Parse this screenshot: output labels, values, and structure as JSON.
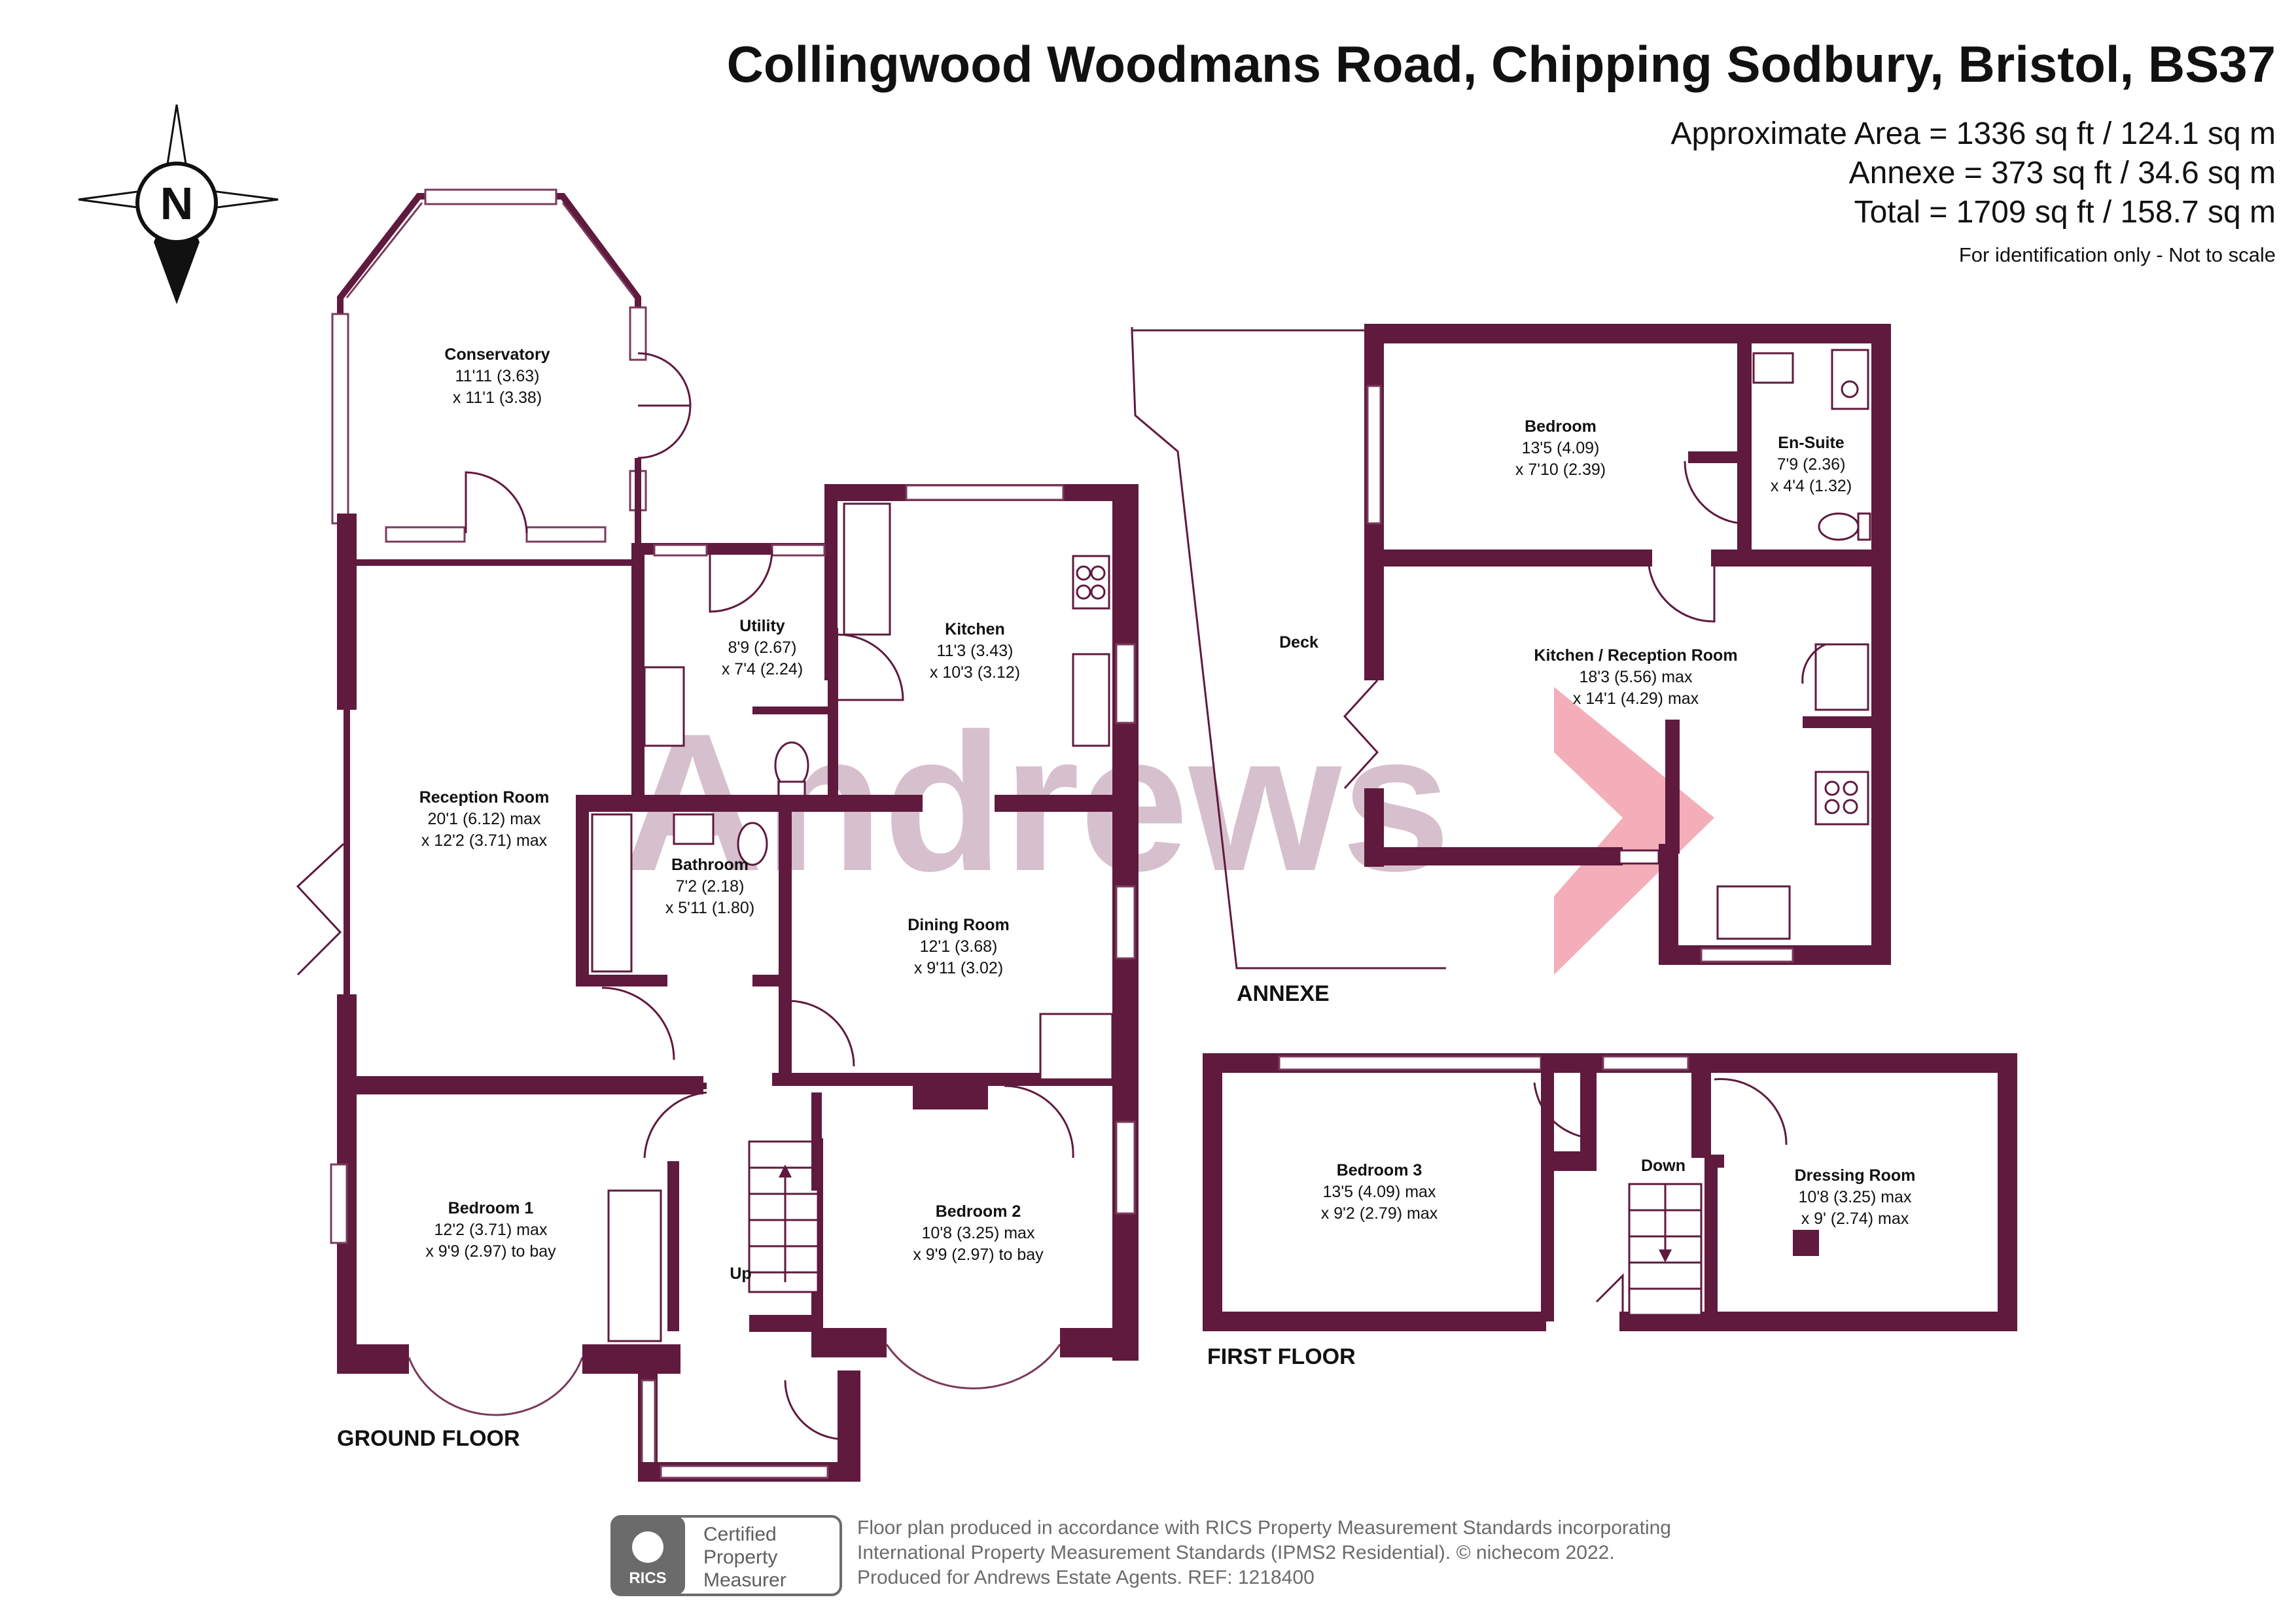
{
  "header": {
    "title": "Collingwood Woodmans Road, Chipping Sodbury, Bristol, BS37",
    "areas": [
      "Approximate Area = 1336 sq ft / 124.1 sq m",
      "Annexe = 373 sq ft / 34.6 sq m",
      "Total = 1709 sq ft / 158.7 sq m"
    ],
    "note": "For identification only - Not to scale"
  },
  "compass": {
    "label": "N"
  },
  "watermark": "Andrews",
  "floors": {
    "ground": "GROUND FLOOR",
    "first": "FIRST FLOOR",
    "annexe": "ANNEXE"
  },
  "rooms": {
    "conservatory": {
      "name": "Conservatory",
      "dim1": "11'11 (3.63)",
      "dim2": "x 11'1 (3.38)"
    },
    "utility": {
      "name": "Utility",
      "dim1": "8'9 (2.67)",
      "dim2": "x 7'4 (2.24)"
    },
    "kitchen": {
      "name": "Kitchen",
      "dim1": "11'3 (3.43)",
      "dim2": "x 10'3 (3.12)"
    },
    "reception": {
      "name": "Reception Room",
      "dim1": "20'1 (6.12) max",
      "dim2": "x 12'2 (3.71) max"
    },
    "bathroom": {
      "name": "Bathroom",
      "dim1": "7'2 (2.18)",
      "dim2": "x 5'11 (1.80)"
    },
    "dining": {
      "name": "Dining Room",
      "dim1": "12'1 (3.68)",
      "dim2": "x 9'11 (3.02)"
    },
    "bedroom1": {
      "name": "Bedroom 1",
      "dim1": "12'2 (3.71) max",
      "dim2": "x 9'9 (2.97) to bay"
    },
    "bedroom2": {
      "name": "Bedroom 2",
      "dim1": "10'8 (3.25) max",
      "dim2": "x 9'9 (2.97) to bay"
    },
    "up": "Up",
    "deck": "Deck",
    "annexe_bedroom": {
      "name": "Bedroom",
      "dim1": "13'5 (4.09)",
      "dim2": "x 7'10 (2.39)"
    },
    "ensuite": {
      "name": "En-Suite",
      "dim1": "7'9 (2.36)",
      "dim2": "x 4'4 (1.32)"
    },
    "annexe_kitchen": {
      "name": "Kitchen / Reception Room",
      "dim1": "18'3 (5.56) max",
      "dim2": "x 14'1 (4.29) max"
    },
    "bedroom3": {
      "name": "Bedroom 3",
      "dim1": "13'5 (4.09) max",
      "dim2": "x 9'2 (2.79) max"
    },
    "down": "Down",
    "dressing": {
      "name": "Dressing Room",
      "dim1": "10'8 (3.25) max",
      "dim2": "x 9' (2.74) max"
    }
  },
  "footer": {
    "badge": [
      "Certified",
      "Property",
      "Measurer"
    ],
    "rics": "RICS",
    "lines": [
      "Floor plan produced in accordance with RICS Property Measurement Standards incorporating",
      "International Property Measurement Standards (IPMS2 Residential).   ©  nichecom 2022.",
      "Produced for Andrews Estate Agents.   REF:   1218400"
    ]
  },
  "colors": {
    "wall": "#5f1a3e",
    "watermark": "#c9a9bd",
    "arrow": "#f2a0ae"
  }
}
